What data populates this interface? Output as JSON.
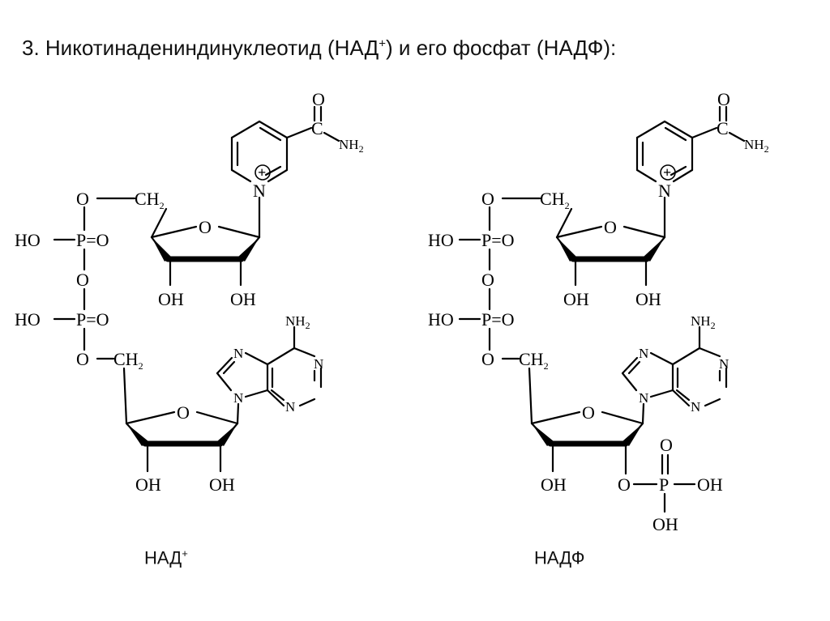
{
  "title": {
    "prefix": "3. Никотинадениндинуклеотид (НАД",
    "sup": "+",
    "suffix": ") и его фосфат (НАДФ):"
  },
  "structures": [
    {
      "caption": "НАД",
      "caption_sup": "+",
      "labels": {
        "o": "O",
        "c": "C",
        "n": "N",
        "nh2": "NH",
        "two": "2",
        "ch2": "CH",
        "ho": "HO",
        "p": "P",
        "p_o": "P=O",
        "oh": "OH",
        "plus": "+"
      }
    },
    {
      "caption": "НАДФ",
      "caption_sup": "",
      "labels": {
        "o": "O",
        "c": "C",
        "n": "N",
        "nh2": "NH",
        "two": "2",
        "ch2": "CH",
        "ho": "HO",
        "p": "P",
        "p_o": "P=O",
        "oh": "OH",
        "plus": "+"
      }
    }
  ]
}
